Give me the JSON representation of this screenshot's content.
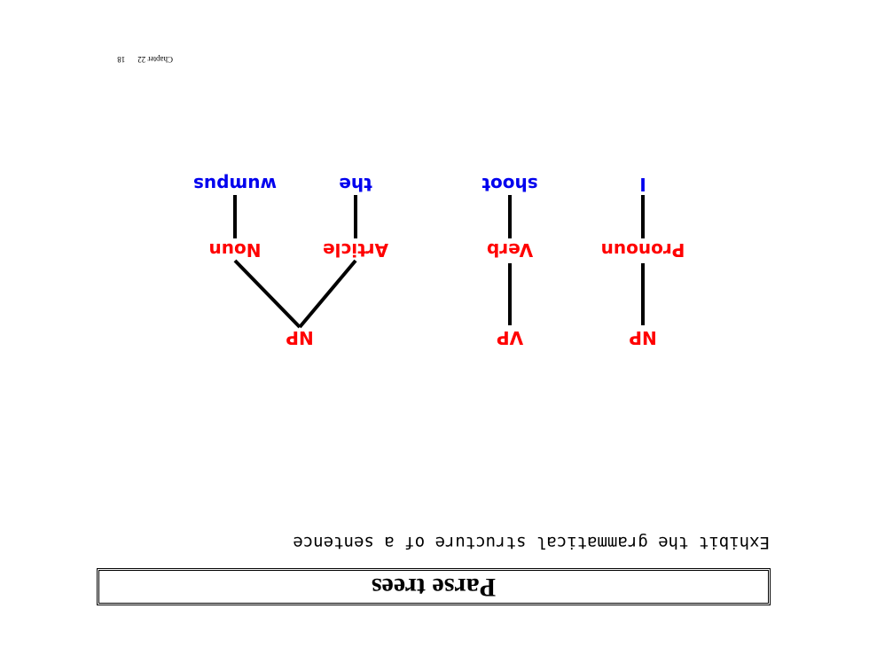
{
  "slide": {
    "title": "Parse trees",
    "subtitle": "Exhibit the grammatical structure of a sentence",
    "footer_chapter": "Chapter 22",
    "footer_page": "18"
  },
  "colors": {
    "nonterminal": "#ff0000",
    "word": "#0000ee",
    "edge": "#000000"
  },
  "tree": {
    "nodes": {
      "np1": "NP",
      "pronoun": "Pronoun",
      "i": "I",
      "vp": "VP",
      "verb": "Verb",
      "shoot": "shoot",
      "np2": "NP",
      "article": "Article",
      "noun": "Noun",
      "the": "the",
      "wumpus": "wumpus"
    }
  }
}
